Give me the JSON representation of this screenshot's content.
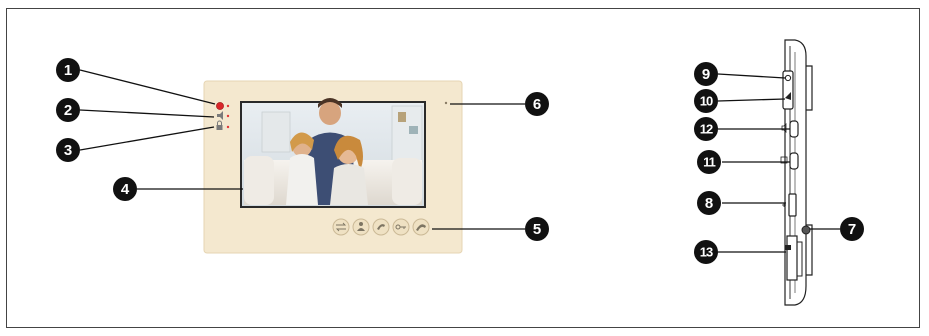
{
  "callouts": {
    "c1": "1",
    "c2": "2",
    "c3": "3",
    "c4": "4",
    "c5": "5",
    "c6": "6",
    "c7": "7",
    "c8": "8",
    "c9": "9",
    "c10": "10",
    "c11": "11",
    "c12": "12",
    "c13": "13"
  },
  "colors": {
    "panel": "#f4e8cf",
    "panel_edge": "#e6d5b3",
    "bezel": "#2a2a2a",
    "callout": "#111111",
    "leader": "#111111",
    "power_led": "#d9262a",
    "status_led": "#e23a3a"
  },
  "buttons": [
    "switch-icon",
    "user-icon",
    "talk-icon",
    "unlock-icon",
    "hangup-icon"
  ]
}
